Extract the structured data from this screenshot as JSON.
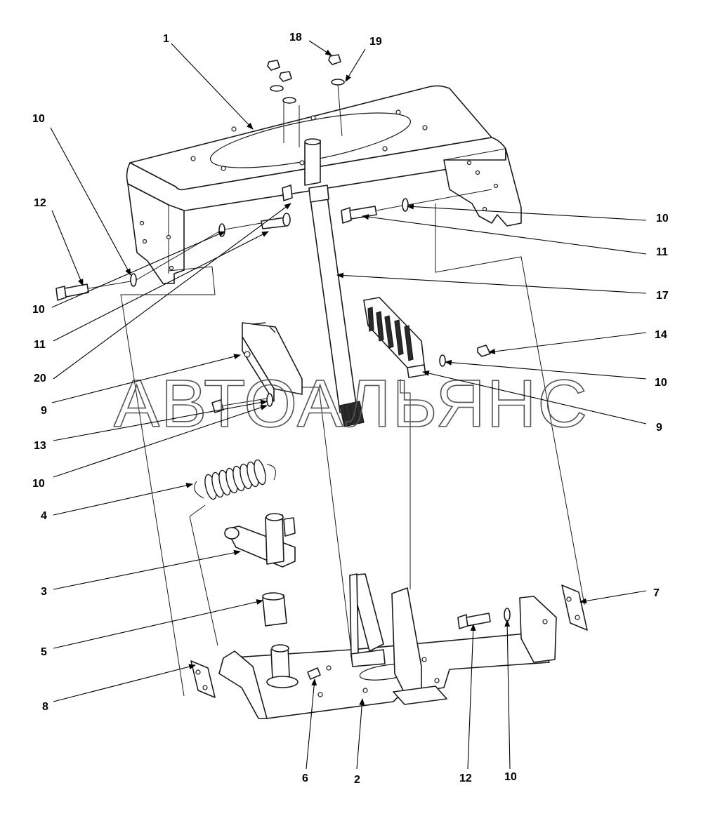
{
  "watermark": "АВТОАЛЬЯНС",
  "callouts": [
    {
      "id": "c1",
      "label": "1"
    },
    {
      "id": "c18",
      "label": "18"
    },
    {
      "id": "c19",
      "label": "19"
    },
    {
      "id": "c10a",
      "label": "10"
    },
    {
      "id": "c12a",
      "label": "12"
    },
    {
      "id": "c10b",
      "label": "10"
    },
    {
      "id": "c11a",
      "label": "11"
    },
    {
      "id": "c20",
      "label": "20"
    },
    {
      "id": "c9a",
      "label": "9"
    },
    {
      "id": "c13",
      "label": "13"
    },
    {
      "id": "c10c",
      "label": "10"
    },
    {
      "id": "c4",
      "label": "4"
    },
    {
      "id": "c3",
      "label": "3"
    },
    {
      "id": "c5",
      "label": "5"
    },
    {
      "id": "c8",
      "label": "8"
    },
    {
      "id": "c6",
      "label": "6"
    },
    {
      "id": "c2",
      "label": "2"
    },
    {
      "id": "c12b",
      "label": "12"
    },
    {
      "id": "c10d",
      "label": "10"
    },
    {
      "id": "c7",
      "label": "7"
    },
    {
      "id": "c9b",
      "label": "9"
    },
    {
      "id": "c10e",
      "label": "10"
    },
    {
      "id": "c14",
      "label": "14"
    },
    {
      "id": "c17",
      "label": "17"
    },
    {
      "id": "c11b",
      "label": "11"
    },
    {
      "id": "c10f",
      "label": "10"
    }
  ]
}
